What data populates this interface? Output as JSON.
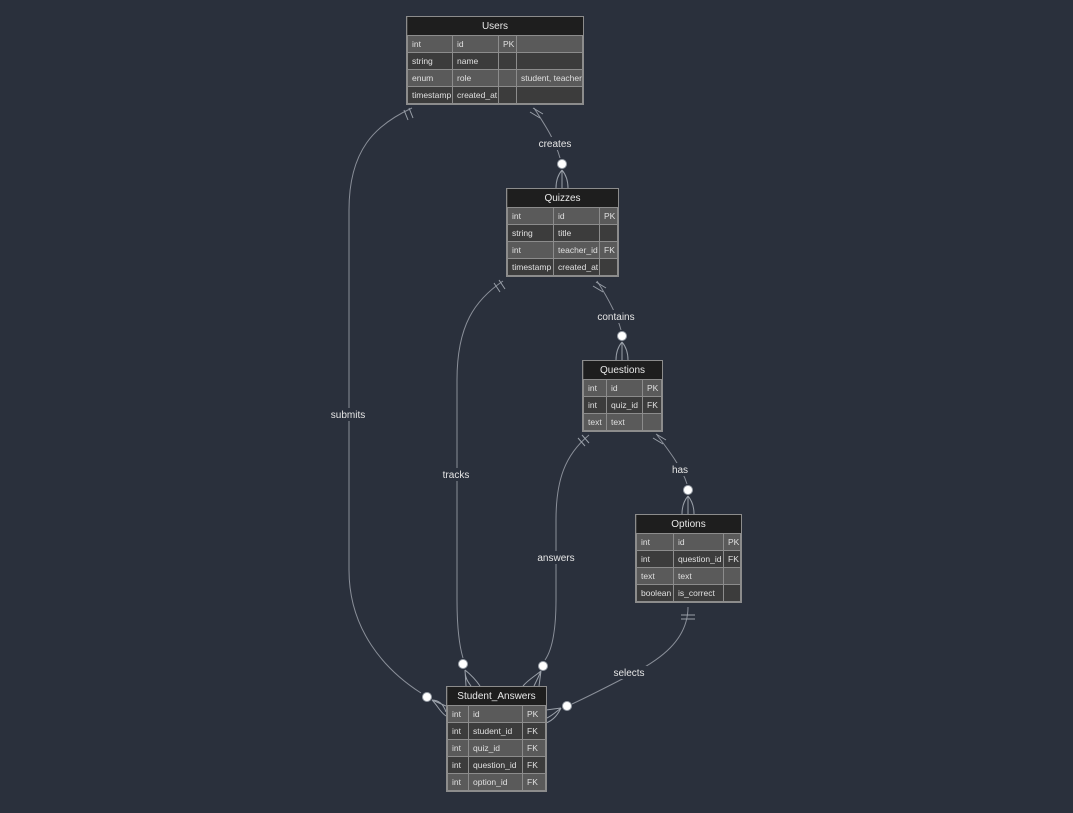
{
  "entities": {
    "users": {
      "title": "Users",
      "rows": [
        [
          "int",
          "id",
          "PK",
          ""
        ],
        [
          "string",
          "name",
          "",
          ""
        ],
        [
          "enum",
          "role",
          "",
          "student, teacher"
        ],
        [
          "timestamp",
          "created_at",
          "",
          ""
        ]
      ]
    },
    "quizzes": {
      "title": "Quizzes",
      "rows": [
        [
          "int",
          "id",
          "PK"
        ],
        [
          "string",
          "title",
          ""
        ],
        [
          "int",
          "teacher_id",
          "FK"
        ],
        [
          "timestamp",
          "created_at",
          ""
        ]
      ]
    },
    "questions": {
      "title": "Questions",
      "rows": [
        [
          "int",
          "id",
          "PK"
        ],
        [
          "int",
          "quiz_id",
          "FK"
        ],
        [
          "text",
          "text",
          ""
        ]
      ]
    },
    "options": {
      "title": "Options",
      "rows": [
        [
          "int",
          "id",
          "PK"
        ],
        [
          "int",
          "question_id",
          "FK"
        ],
        [
          "text",
          "text",
          ""
        ],
        [
          "boolean",
          "is_correct",
          ""
        ]
      ]
    },
    "student_answers": {
      "title": "Student_Answers",
      "rows": [
        [
          "int",
          "id",
          "PK"
        ],
        [
          "int",
          "student_id",
          "FK"
        ],
        [
          "int",
          "quiz_id",
          "FK"
        ],
        [
          "int",
          "question_id",
          "FK"
        ],
        [
          "int",
          "option_id",
          "FK"
        ]
      ]
    }
  },
  "relationships": [
    {
      "from": "Users",
      "to": "Quizzes",
      "label": "creates"
    },
    {
      "from": "Quizzes",
      "to": "Questions",
      "label": "contains"
    },
    {
      "from": "Questions",
      "to": "Options",
      "label": "has"
    },
    {
      "from": "Users",
      "to": "Student_Answers",
      "label": "submits"
    },
    {
      "from": "Quizzes",
      "to": "Student_Answers",
      "label": "tracks"
    },
    {
      "from": "Questions",
      "to": "Student_Answers",
      "label": "answers"
    },
    {
      "from": "Options",
      "to": "Student_Answers",
      "label": "selects"
    }
  ]
}
